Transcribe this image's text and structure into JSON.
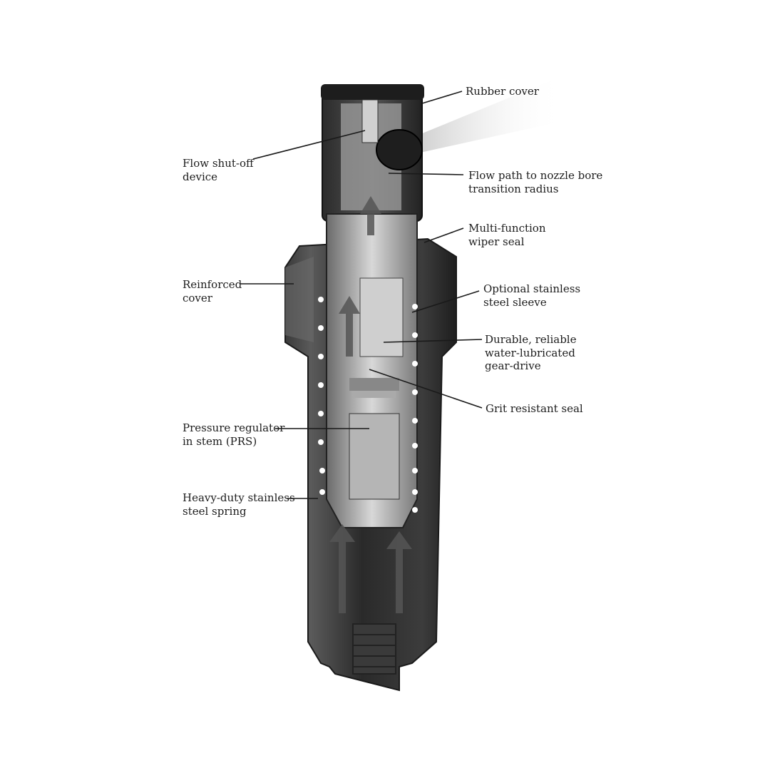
{
  "callouts": {
    "rubber_cover": [
      "Rubber cover"
    ],
    "flow_shutoff": [
      "Flow shut-off",
      "device"
    ],
    "flow_path": [
      "Flow path to nozzle bore",
      "transition radius"
    ],
    "wiper_seal": [
      "Multi-function",
      "wiper seal"
    ],
    "reinforced_cover": [
      "Reinforced",
      "cover"
    ],
    "stainless_sleeve": [
      "Optional stainless",
      "steel sleeve"
    ],
    "gear_drive": [
      "Durable, reliable",
      "water-lubricated",
      "gear-drive"
    ],
    "grit_seal": [
      "Grit resistant seal"
    ],
    "pressure_regulator": [
      "Pressure regulator",
      "in stem (PRS)"
    ],
    "spring": [
      "Heavy-duty stainless",
      "steel spring"
    ]
  },
  "colors": {
    "body_dark": "#2e2e2e",
    "body_mid": "#4a4a4a",
    "interior_light": "#bdbdbd",
    "text": "#1c1c1c",
    "leader": "#1a1a1a"
  }
}
